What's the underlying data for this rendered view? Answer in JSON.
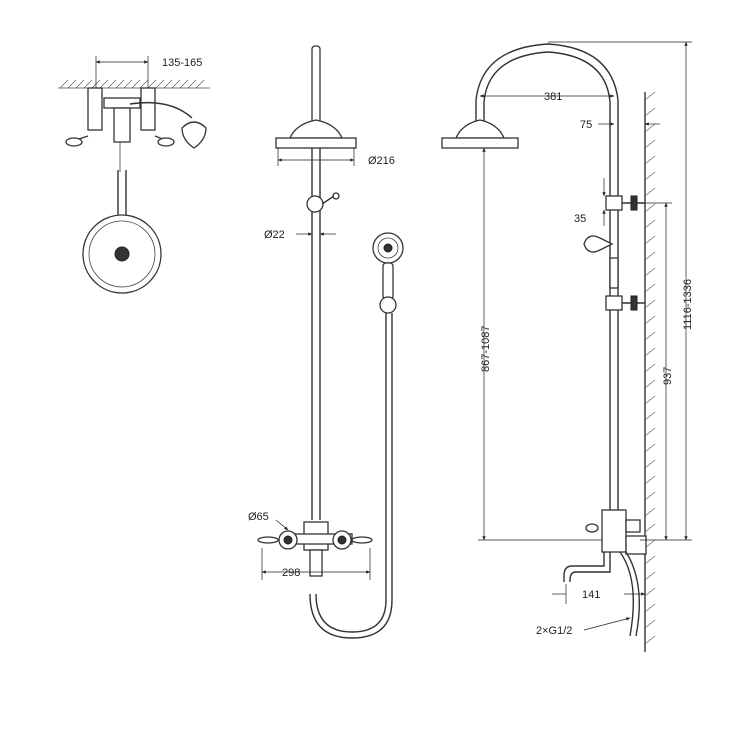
{
  "dimensions": {
    "top_view_spacing": "135-165",
    "head_diameter": "Ø216",
    "pipe_diameter": "Ø22",
    "flange_diameter": "Ø65",
    "mixer_width": "298",
    "arm_reach": "381",
    "wall_offset": "75",
    "bracket_offset": "35",
    "riser_range": "867-1087",
    "overall_height_range": "1116-1336",
    "bracket_height": "937",
    "spout_length": "141",
    "inlets": "2×G1/2"
  }
}
